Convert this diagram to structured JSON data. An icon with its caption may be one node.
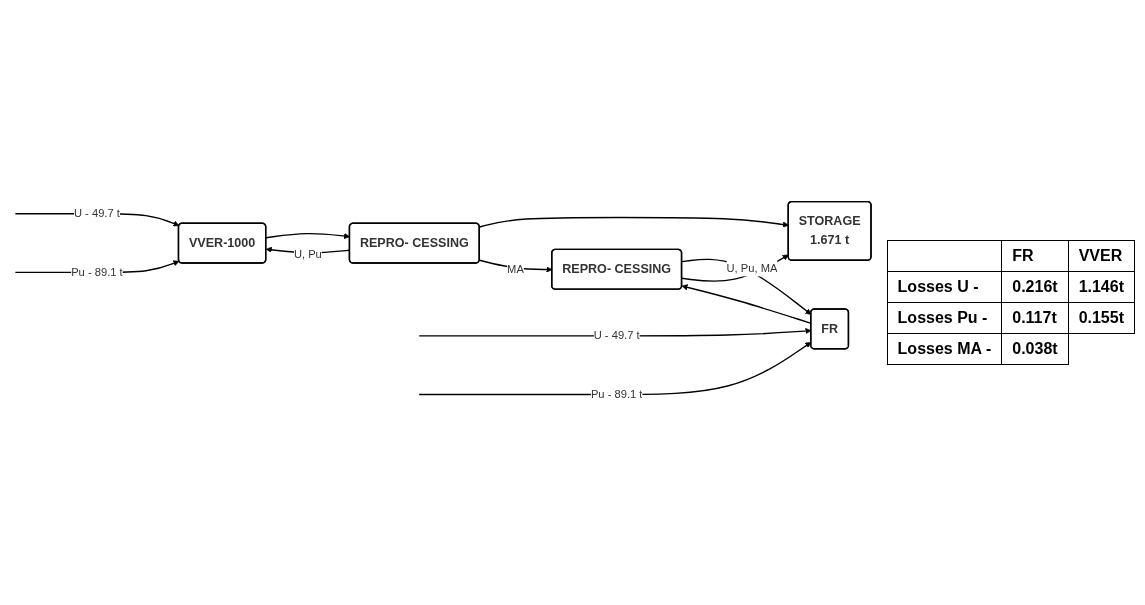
{
  "diagram": {
    "nodes": [
      {
        "text": [
          "VVER-1000"
        ]
      },
      {
        "text": [
          "REPRO- CESSING"
        ]
      },
      {
        "text": [
          "FR"
        ]
      },
      {
        "text": [
          "REPRO- CESSING"
        ]
      },
      {
        "text": [
          "STORAGE",
          "1.671 t"
        ]
      }
    ],
    "edges": [
      {
        "from": null,
        "to": 0,
        "arrow": "to",
        "label": "U - 49.7 t"
      },
      {
        "from": null,
        "to": 0,
        "arrow": "to",
        "label": "Pu - 89.1 t"
      },
      {
        "from": 0,
        "to": 1,
        "arrow": "to"
      },
      {
        "from": 1,
        "to": 0,
        "arrow": "to",
        "label": "U, Pu"
      },
      {
        "from": 1,
        "to": 4,
        "arrow": "to"
      },
      {
        "from": 1,
        "to": 3,
        "arrow": "to",
        "label": "MA"
      },
      {
        "from": null,
        "to": 2,
        "arrow": "to",
        "label": "U - 49.7 t"
      },
      {
        "from": null,
        "to": 2,
        "arrow": "to",
        "label": "Pu - 89.1 t"
      },
      {
        "from": 2,
        "to": 3,
        "arrow": "to"
      },
      {
        "from": 3,
        "to": 2,
        "arrow": "to",
        "label": "U, Pu, MA"
      },
      {
        "from": 3,
        "to": 4,
        "arrow": "to"
      }
    ],
    "labels": [
      "FR",
      "VVER",
      "Losses  U -",
      "0.216t",
      "1.146t",
      "Losses Pu -",
      "0.117t",
      "0.155t",
      "Losses MA -",
      "0.038t"
    ]
  }
}
